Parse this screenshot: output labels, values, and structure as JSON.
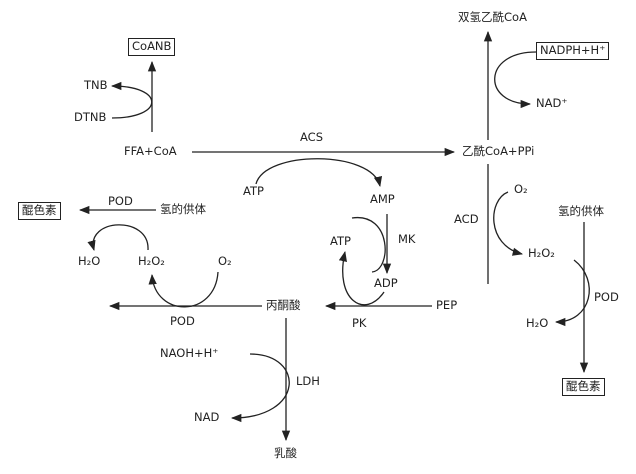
{
  "labels": {
    "coanb": "CoANB",
    "tnb": "TNB",
    "dtnb": "DTNB",
    "ffa_coa": "FFA+CoA",
    "acs": "ACS",
    "acetyl_coa_ppi": "乙酰CoA+PPi",
    "atp_top": "ATP",
    "amp": "AMP",
    "mk": "MK",
    "atp_mk": "ATP",
    "adp": "ADP",
    "pk": "PK",
    "pep": "PEP",
    "pyruvate": "丙酮酸",
    "pod_mid": "POD",
    "pod_left": "POD",
    "pigment_left": "醌色素",
    "h_donor_left": "氢的供体",
    "h2o_left": "H₂O",
    "h2o2_left": "H₂O₂",
    "o2_left": "O₂",
    "naoh_h": "NAOH+H⁺",
    "ldh": "LDH",
    "nad": "NAD",
    "lactic_acid": "乳酸",
    "dihydroxyacetyl_coa": "双氢乙酰CoA",
    "nadph_h": "NADPH+H⁺",
    "nad_plus": "NAD⁺",
    "o2_right": "O₂",
    "acd": "ACD",
    "h2o2_right": "H₂O₂",
    "h_donor_right": "氢的供体",
    "pod_right": "POD",
    "h2o_right": "H₂O",
    "pigment_right": "醌色素"
  },
  "colors": {
    "ink": "#222222",
    "background": "#ffffff"
  }
}
